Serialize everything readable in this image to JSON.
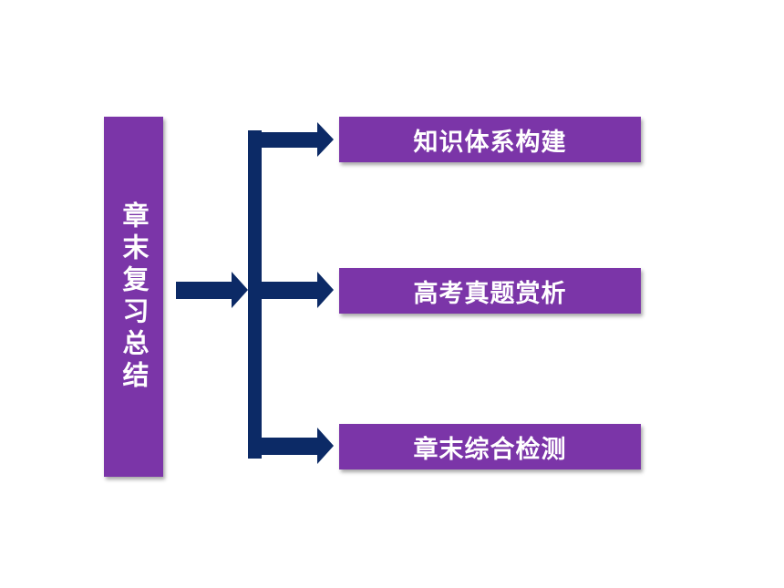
{
  "diagram": {
    "root": {
      "label": "章末复习总结"
    },
    "branches": [
      {
        "label": "知识体系构建"
      },
      {
        "label": "高考真题赏析"
      },
      {
        "label": "章末综合检测"
      }
    ],
    "colors": {
      "box": "#7b35a8",
      "arrow": "#0c2a66",
      "text": "#ffffff"
    }
  }
}
